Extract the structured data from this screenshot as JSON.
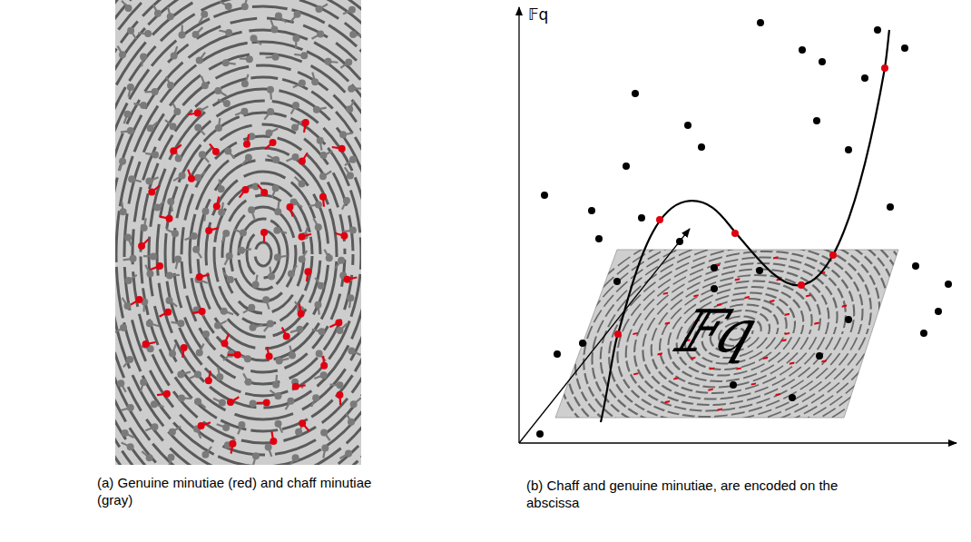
{
  "diagram": {
    "labels": [
      "(a) Genuine minutiae (red) and chaff minutiae (gray)",
      "(b) Chaff and genuine minutiae, are encoded on the abscissa",
      "𝔽q",
      "𝔽q"
    ]
  }
}
